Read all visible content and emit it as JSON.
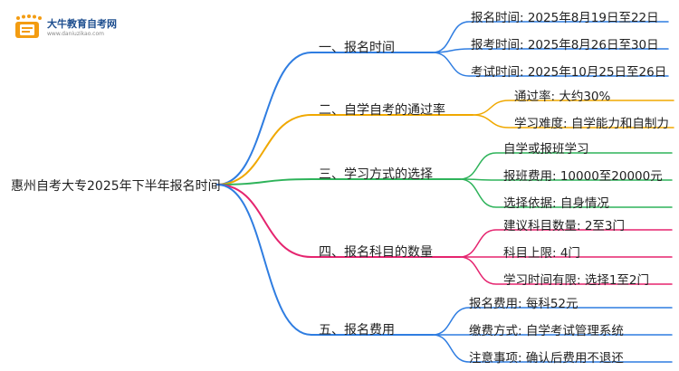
{
  "logo": {
    "title": "大牛教育自考网",
    "url": "www.daniuzikao.com"
  },
  "colors": {
    "branch_1": "#2f7de1",
    "branch_2": "#f0a800",
    "branch_3": "#2eb35a",
    "branch_4": "#e5246f",
    "branch_5": "#2f7de1",
    "logo_orange": "#f39c12",
    "logo_blue": "#1d4e8f"
  },
  "mindmap": {
    "root": "惠州自考大专2025年下半年报名时间",
    "branches": [
      {
        "label": "一、报名时间",
        "leaves": [
          "报名时间: 2025年8月19日至22日",
          "报考时间: 2025年8月26日至30日",
          "考试时间: 2025年10月25日至26日"
        ]
      },
      {
        "label": "二、自学自考的通过率",
        "leaves": [
          "通过率: 大约30%",
          "学习难度: 自学能力和自制力"
        ]
      },
      {
        "label": "三、学习方式的选择",
        "leaves": [
          "自学或报班学习",
          "报班费用: 10000至20000元",
          "选择依据: 自身情况"
        ]
      },
      {
        "label": "四、报名科目的数量",
        "leaves": [
          "建议科目数量: 2至3门",
          "科目上限: 4门",
          "学习时间有限: 选择1至2门"
        ]
      },
      {
        "label": "五、报名费用",
        "leaves": [
          "报名费用: 每科52元",
          "缴费方式: 自学考试管理系统",
          "注意事项: 确认后费用不退还"
        ]
      }
    ]
  }
}
